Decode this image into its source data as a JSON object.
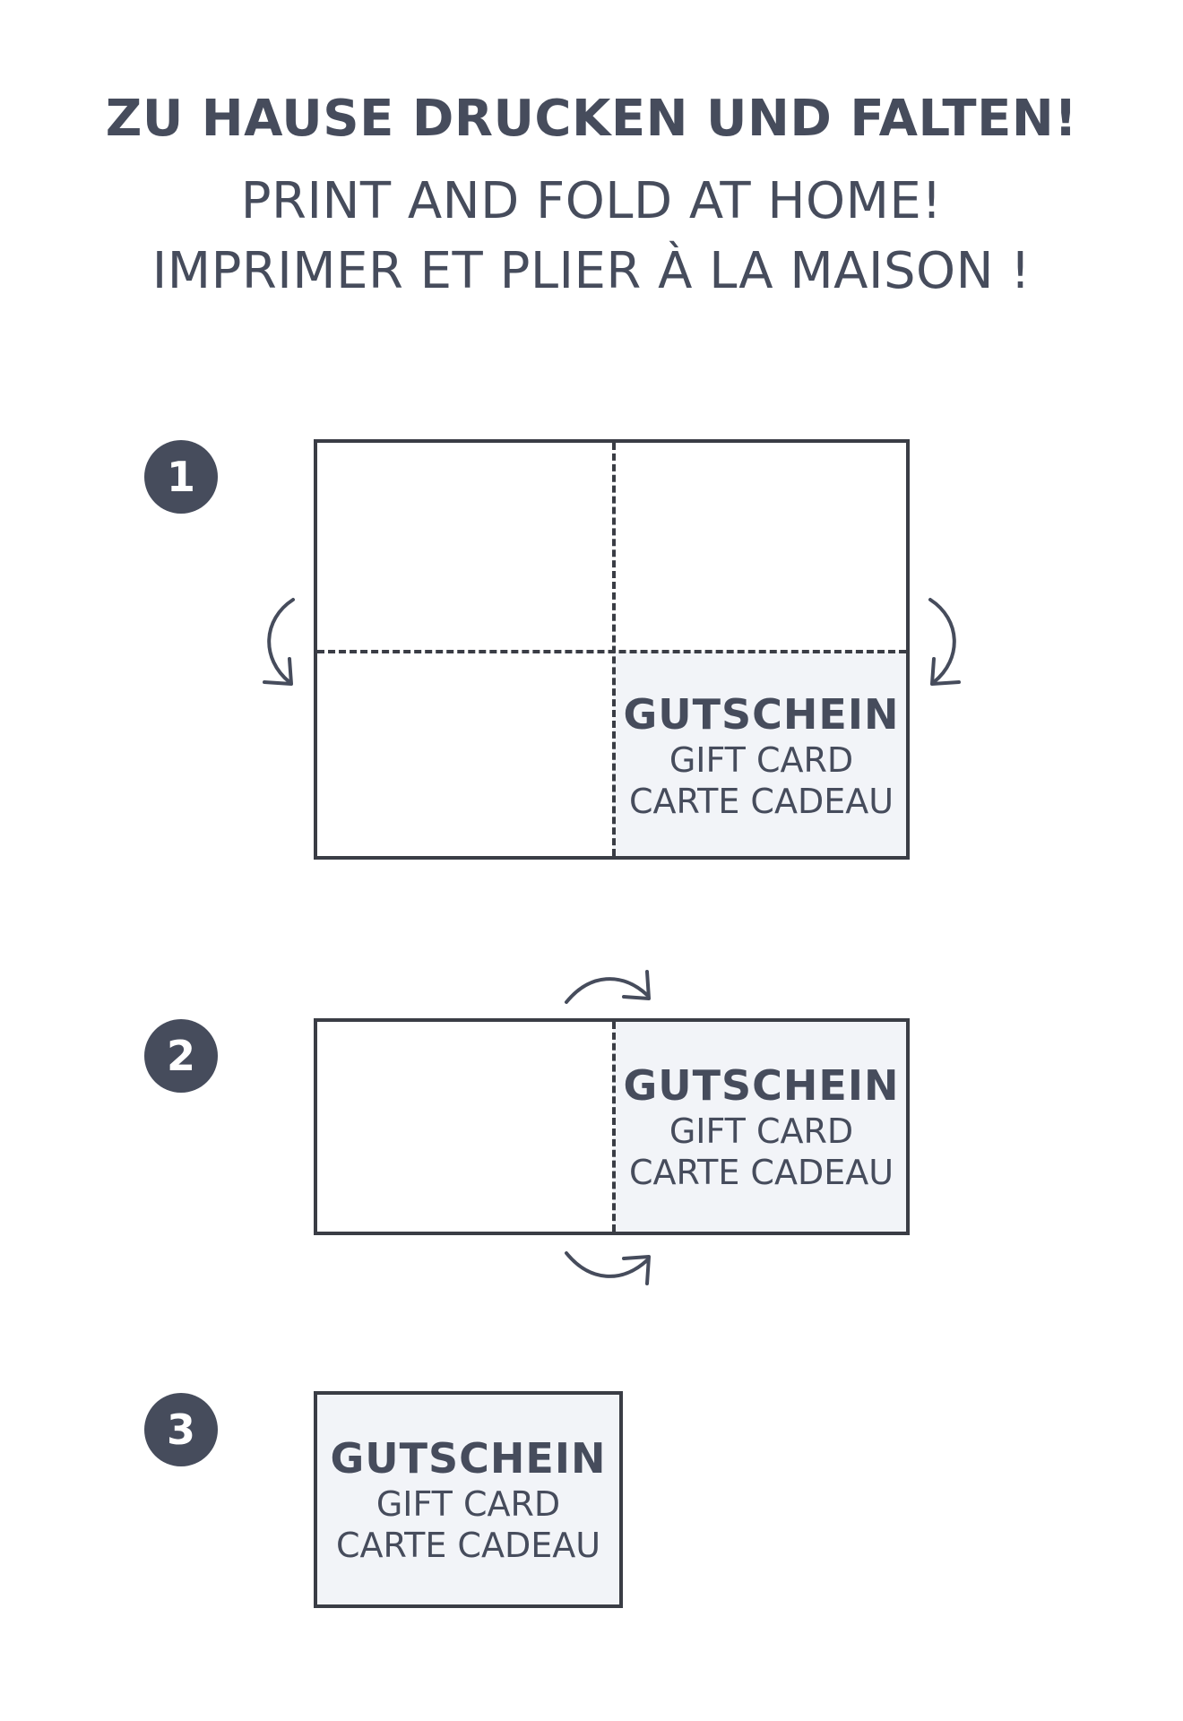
{
  "header": {
    "title_de": "ZU HAUSE DRUCKEN UND FALTEN!",
    "title_en": "PRINT AND FOLD AT HOME!",
    "title_fr": "IMPRIMER ET PLIER À LA MAISON !"
  },
  "steps": [
    {
      "number": "1",
      "label_de": "GUTSCHEIN",
      "label_en": "GIFT CARD",
      "label_fr": "CARTE CADEAU"
    },
    {
      "number": "2",
      "label_de": "GUTSCHEIN",
      "label_en": "GIFT CARD",
      "label_fr": "CARTE CADEAU"
    },
    {
      "number": "3",
      "label_de": "GUTSCHEIN",
      "label_en": "GIFT CARD",
      "label_fr": "CARTE CADEAU"
    }
  ],
  "colors": {
    "text": "#464c5c",
    "line": "#3a3d45",
    "shade": "#f2f4f8"
  },
  "icons": [
    "fold-down-arrow-icon",
    "fold-over-arrow-icon"
  ]
}
